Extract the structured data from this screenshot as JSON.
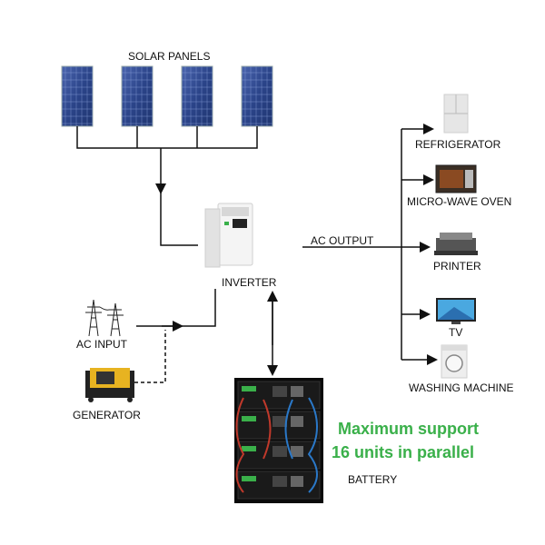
{
  "labels": {
    "solar_panels": "SOLAR PANELS",
    "inverter": "INVERTER",
    "ac_output": "AC OUTPUT",
    "ac_input": "AC INPUT",
    "generator": "GENERATOR",
    "battery": "BATTERY"
  },
  "loads": [
    {
      "label": "REFRIGERATOR",
      "icon": "refrigerator-icon"
    },
    {
      "label": "MICRO-WAVE OVEN",
      "icon": "microwave-oven-icon"
    },
    {
      "label": "PRINTER",
      "icon": "printer-icon"
    },
    {
      "label": "TV",
      "icon": "tv-icon"
    },
    {
      "label": "WASHING MACHINE",
      "icon": "washing-machine-icon"
    }
  ],
  "battery_note": {
    "line1": "Maximum support",
    "line2": "16 units in parallel"
  },
  "colors": {
    "highlight_green": "#3ab04a",
    "panel_blue": "#2f4a8f",
    "line": "#111111"
  }
}
